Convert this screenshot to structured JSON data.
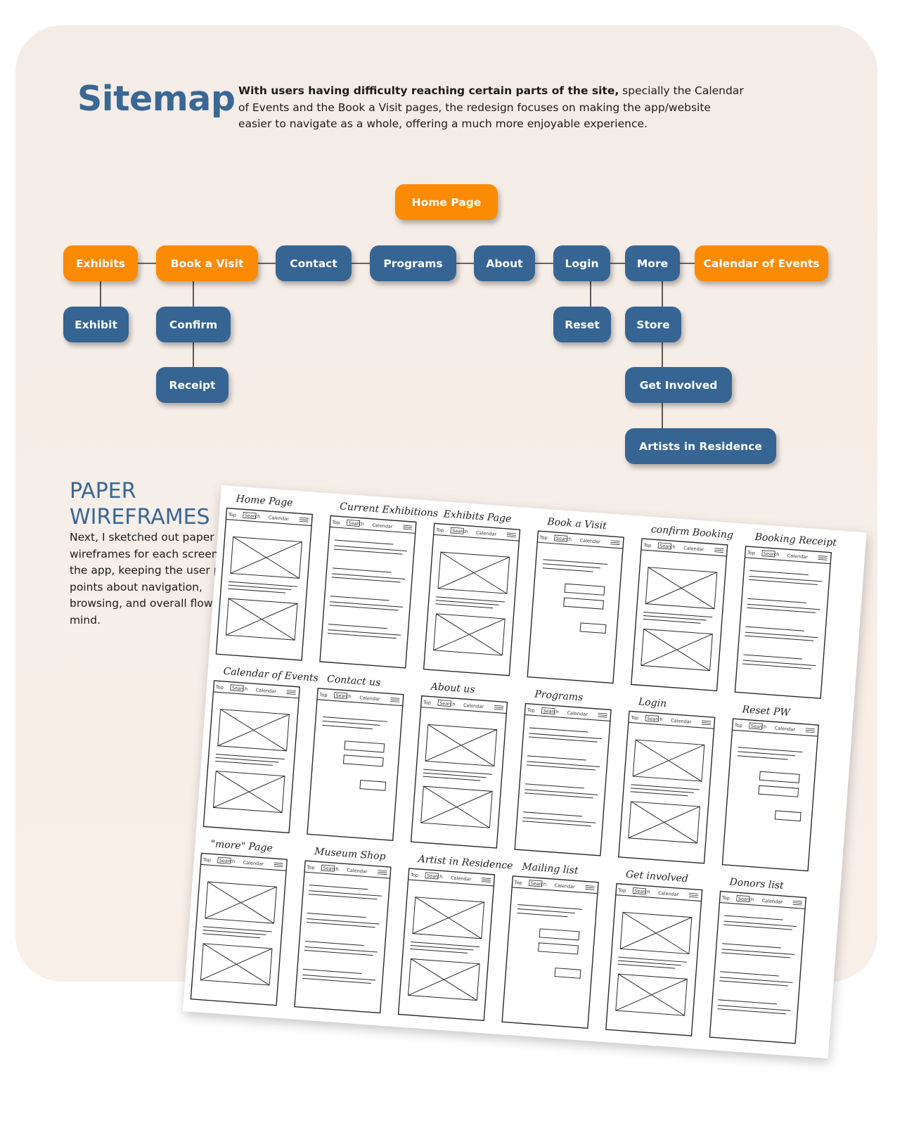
{
  "header": {
    "title": "Sitemap",
    "intro_bold": "With users having difficulty reaching certain parts of the site,",
    "intro_rest": " specially the Calendar of Events and the Book a Visit pages, the redesign focuses on making the app/website easier to navigate as a whole, offering a much more enjoyable experience."
  },
  "colors": {
    "accent_orange": "#fb8a04",
    "node_blue": "#376593",
    "title_blue": "#3a6794",
    "panel_bg": "#f4ece6"
  },
  "sitemap": {
    "nodes": [
      {
        "id": "home",
        "label": "Home Page",
        "style": "orange"
      },
      {
        "id": "exhibits",
        "label": "Exhibits",
        "style": "orange"
      },
      {
        "id": "book",
        "label": "Book a Visit",
        "style": "orange"
      },
      {
        "id": "contact",
        "label": "Contact",
        "style": "blue"
      },
      {
        "id": "programs",
        "label": "Programs",
        "style": "blue"
      },
      {
        "id": "about",
        "label": "About",
        "style": "blue"
      },
      {
        "id": "login",
        "label": "Login",
        "style": "blue"
      },
      {
        "id": "more",
        "label": "More",
        "style": "blue"
      },
      {
        "id": "calendar",
        "label": "Calendar of Events",
        "style": "orange"
      },
      {
        "id": "exhibit",
        "label": "Exhibit",
        "style": "blue"
      },
      {
        "id": "confirm",
        "label": "Confirm",
        "style": "blue"
      },
      {
        "id": "receipt",
        "label": "Receipt",
        "style": "blue"
      },
      {
        "id": "reset",
        "label": "Reset",
        "style": "blue"
      },
      {
        "id": "store",
        "label": "Store",
        "style": "blue"
      },
      {
        "id": "involved",
        "label": "Get Involved",
        "style": "blue"
      },
      {
        "id": "artists",
        "label": "Artists in Residence",
        "style": "blue"
      }
    ],
    "edges": [
      [
        "exhibits",
        "book"
      ],
      [
        "book",
        "contact"
      ],
      [
        "contact",
        "programs"
      ],
      [
        "programs",
        "about"
      ],
      [
        "about",
        "login"
      ],
      [
        "login",
        "more"
      ],
      [
        "more",
        "calendar"
      ],
      [
        "exhibits",
        "exhibit"
      ],
      [
        "book",
        "confirm"
      ],
      [
        "confirm",
        "receipt"
      ],
      [
        "login",
        "reset"
      ],
      [
        "more",
        "store"
      ],
      [
        "store",
        "involved"
      ],
      [
        "involved",
        "artists"
      ]
    ]
  },
  "paper": {
    "title_line1": "PAPER",
    "title_line2": "WIREFRAMES",
    "description": "Next, I sketched out paper wireframes for each screen in the app, keeping the user pain points about navigation, browsing, and overall flow in mind.",
    "wireframes": [
      "Home Page",
      "Current Exhibitions",
      "Exhibits Page",
      "Book a Visit",
      "confirm Booking",
      "Booking Receipt",
      "Calendar of Events",
      "Contact us",
      "About us",
      "Programs",
      "Login",
      "Reset PW",
      "\"more\" Page",
      "Museum Shop",
      "Artist in Residence",
      "Mailing list",
      "Get involved",
      "Donors list"
    ],
    "wf_nav": {
      "top": "Top",
      "search": "Search",
      "calendar": "Calendar"
    }
  }
}
